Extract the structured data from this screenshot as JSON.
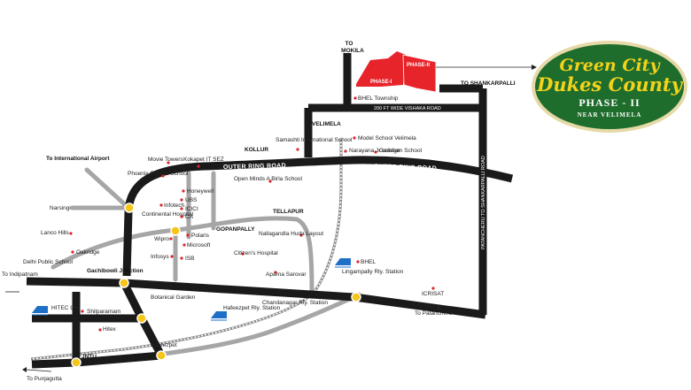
{
  "logo": {
    "line1": "Green City",
    "line2": "Dukes County",
    "line3": "PHASE - II",
    "line4": "NEAR VELIMELA"
  },
  "phases": {
    "phase1": "PHASE-I",
    "phase2": "PHASE-II"
  },
  "roads": {
    "orr_left": "OUTER RING ROAD",
    "orr_right": "OUTER RING ROAD",
    "vishaka": "200 FT WIDE VISHAKA ROAD",
    "patancheru": "PATANCHERU TO SHANKARPALLI ROAD"
  },
  "directions": {
    "mokila": "TO MOKILA",
    "shankarpalli": "TO SHANKARPALLI",
    "airport": "To International Airport",
    "indipatnam": "To Indipatnam",
    "patancheru": "To Patancheru",
    "punjagutta": "To Punjagutta"
  },
  "places": {
    "bhel_township": "BHEL Township",
    "velimela": "VELIMELA",
    "model_school": "Model School Velimela",
    "narayana": "Narayana Jr.college",
    "gaudium": "Gaudium School",
    "kollur": "KOLLUR",
    "samashti": "Samashti International School",
    "movie_towers": "Movie Towers",
    "kokapet": "Kokapet IT SEZ",
    "phoenix": "Phoenix Greens School",
    "open_minds": "Open Minds A Birla School",
    "honeywell": "Honeywell",
    "ubs": "UBS",
    "icici": "ICICI",
    "ca": "CA",
    "infotech": "Infotech",
    "continental": "Continental Hospital",
    "narsingi": "Narsingi",
    "tellapur": "TELLAPUR",
    "gopanpally": "GOPANPALLY",
    "nallagandla": "Nallagandla Huda Layout",
    "lanco": "Lanco Hills",
    "wipro": "Wipro",
    "polaris": "Polaris",
    "microsoft": "Microsoft",
    "infosys": "Infosys",
    "isb": "ISB",
    "citizens": "Citizen's Hospital",
    "oakridge": "Oakridge",
    "dps": "Delhi Public School",
    "gachibowli": "Gachibowli Junction",
    "bhel": "BHEL",
    "lingampally": "Lingampally Rly. Station",
    "aparna": "Aparna Sarovar",
    "icrisat": "ICRISAT",
    "botanical": "Botanical Garden",
    "chandanagar": "Chandanagar Rly. Station",
    "hafeezpet_rly": "Hafeezpet Rly. Station",
    "hitec_city": "HITEC City",
    "shilparamam": "Shilparamam",
    "hitex": "Hitex",
    "hafeezpet": "Hafeezpet",
    "jntu": "JNTU"
  },
  "colors": {
    "major_road": "#1a1a1a",
    "minor_road": "#a6a6a6",
    "phase": "#e8242b",
    "logo_green": "#1f6d2c",
    "logo_gold": "#f2d21b",
    "junction": "#f5c518"
  }
}
